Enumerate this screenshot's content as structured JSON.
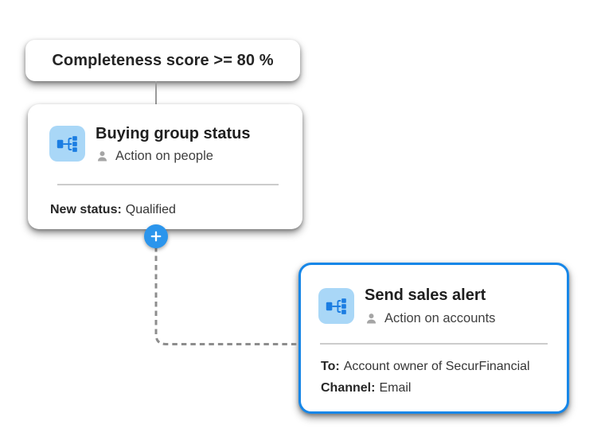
{
  "colors": {
    "accent_blue": "#2b95ec",
    "selected_border_blue": "#1787e8",
    "icon_tile_bg": "#a9d7f7",
    "icon_glyph_blue": "#1b7de2",
    "connector_gray": "#8d8d8d",
    "divider_gray": "#cccccc",
    "title_text": "#1f1f1f",
    "body_text": "#3f3f3f",
    "person_icon_gray": "#a5a5a5"
  },
  "nodes": {
    "condition": {
      "title": "Completeness score >= 80 %"
    },
    "buying_group_status": {
      "title": "Buying group status",
      "icon": "org-chart-icon",
      "subtitle_icon": "person-icon",
      "subtitle": "Action on people",
      "fields": [
        {
          "label": "New status:",
          "value": "Qualified"
        }
      ]
    },
    "send_sales_alert": {
      "title": "Send sales alert",
      "icon": "org-chart-icon",
      "subtitle_icon": "person-icon",
      "subtitle": "Action on accounts",
      "selected": true,
      "fields": [
        {
          "label": "To:",
          "value": "Account owner of SecurFinancial"
        },
        {
          "label": "Channel:",
          "value": "Email"
        }
      ]
    }
  },
  "controls": {
    "add_button_icon": "plus-icon"
  }
}
